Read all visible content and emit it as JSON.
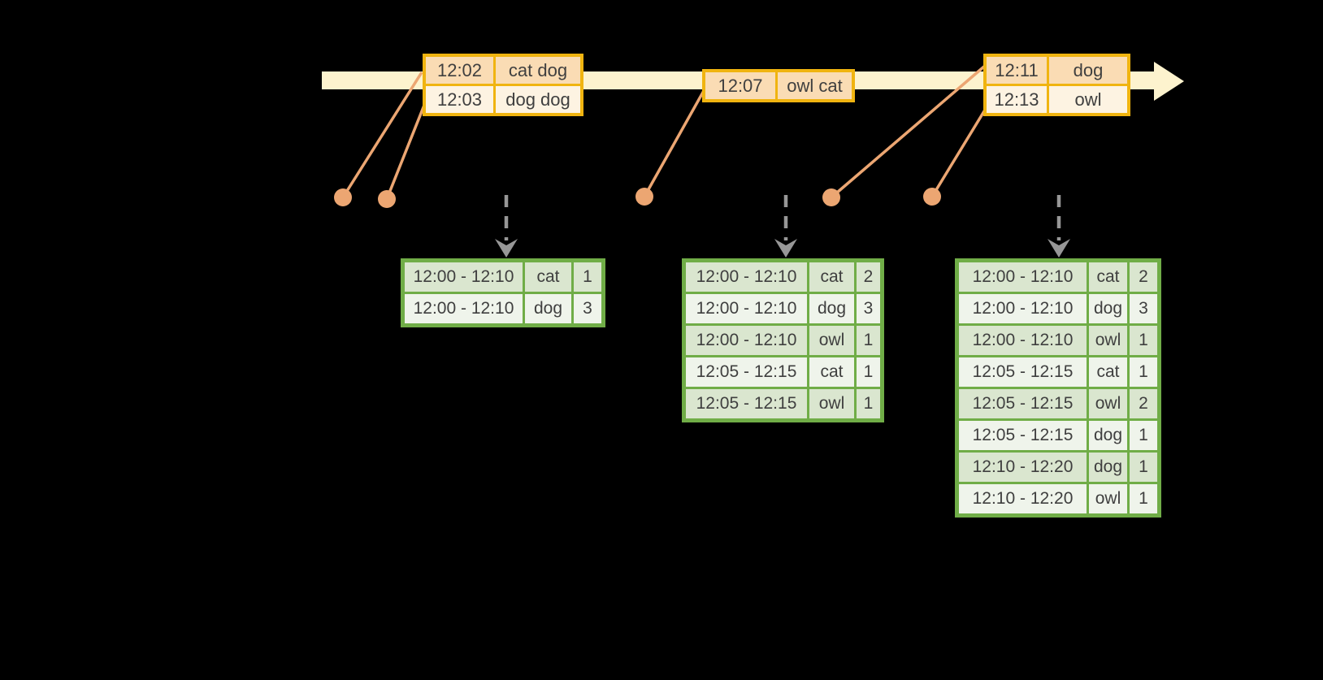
{
  "diagram": {
    "kind": "windowed-grouped-aggregation-timeline",
    "timeline": {
      "batches": [
        {
          "rows": [
            {
              "time": "12:02",
              "words": "cat dog"
            },
            {
              "time": "12:03",
              "words": "dog dog"
            }
          ]
        },
        {
          "rows": [
            {
              "time": "12:07",
              "words": "owl cat"
            }
          ]
        },
        {
          "rows": [
            {
              "time": "12:11",
              "words": "dog"
            },
            {
              "time": "12:13",
              "words": "owl"
            }
          ]
        }
      ]
    },
    "result_tables": [
      {
        "rows": [
          {
            "window": "12:00 - 12:10",
            "word": "cat",
            "count": "1"
          },
          {
            "window": "12:00 - 12:10",
            "word": "dog",
            "count": "3"
          }
        ]
      },
      {
        "rows": [
          {
            "window": "12:00 - 12:10",
            "word": "cat",
            "count": "2"
          },
          {
            "window": "12:00 - 12:10",
            "word": "dog",
            "count": "3"
          },
          {
            "window": "12:00 - 12:10",
            "word": "owl",
            "count": "1"
          },
          {
            "window": "12:05 - 12:15",
            "word": "cat",
            "count": "1"
          },
          {
            "window": "12:05 - 12:15",
            "word": "owl",
            "count": "1"
          }
        ]
      },
      {
        "rows": [
          {
            "window": "12:00 - 12:10",
            "word": "cat",
            "count": "2"
          },
          {
            "window": "12:00 - 12:10",
            "word": "dog",
            "count": "3"
          },
          {
            "window": "12:00 - 12:10",
            "word": "owl",
            "count": "1"
          },
          {
            "window": "12:05 - 12:15",
            "word": "cat",
            "count": "1"
          },
          {
            "window": "12:05 - 12:15",
            "word": "owl",
            "count": "2"
          },
          {
            "window": "12:05 - 12:15",
            "word": "dog",
            "count": "1"
          },
          {
            "window": "12:10 - 12:20",
            "word": "dog",
            "count": "1"
          },
          {
            "window": "12:10 - 12:20",
            "word": "owl",
            "count": "1"
          }
        ]
      }
    ]
  },
  "colors": {
    "bg": "#000000",
    "timeline_bar": "#FDF3CE",
    "event_border": "#F0B410",
    "event_fill_dark": "#FADCB4",
    "event_fill_light": "#FDF3E2",
    "connector": "#ECA672",
    "table_border": "#70AD47",
    "band_dark": "#DAE6CF",
    "band_light": "#EFF4EB",
    "arrow_gray": "#979797",
    "text": "#3F3F3F"
  }
}
